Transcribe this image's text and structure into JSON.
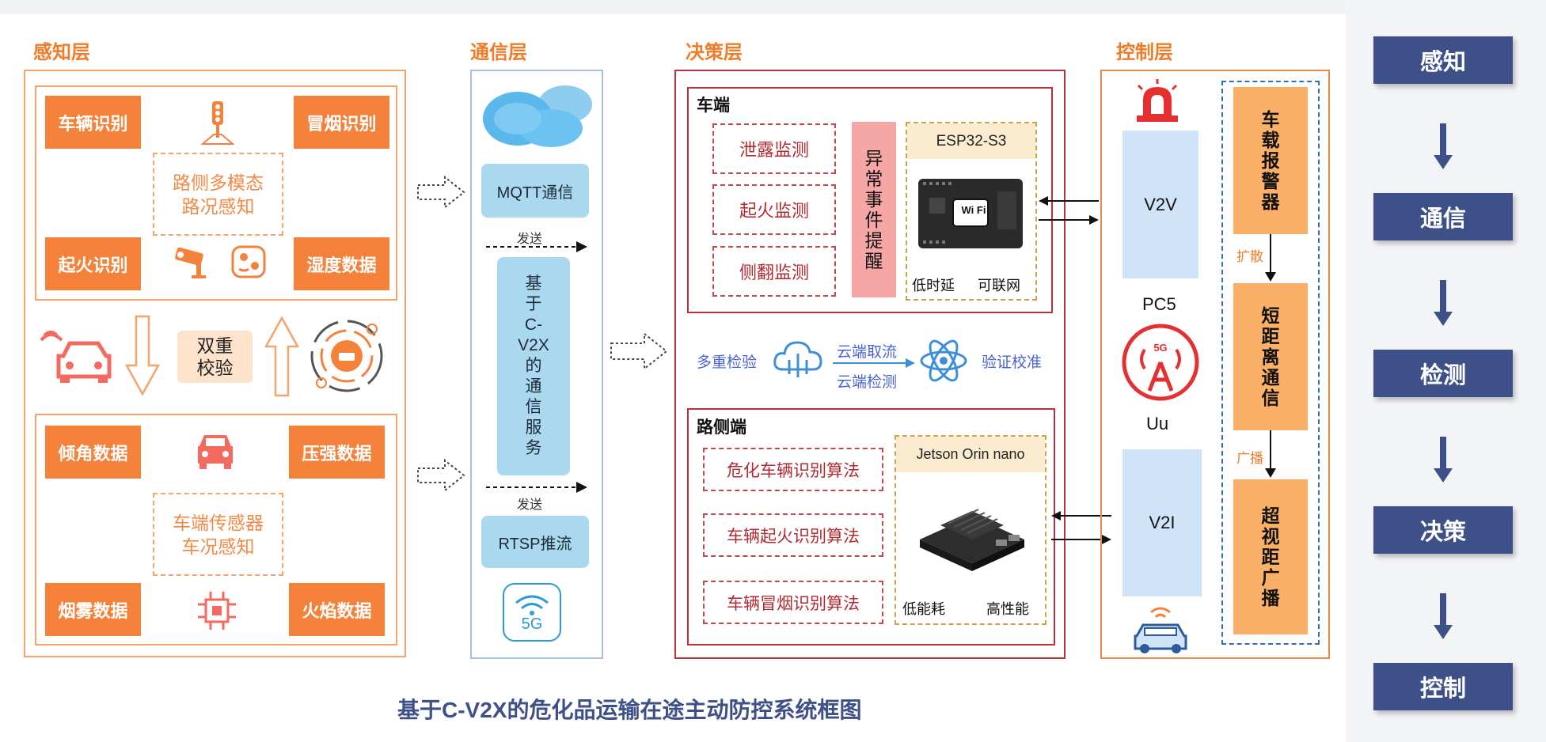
{
  "layers": {
    "perception": "感知层",
    "communication": "通信层",
    "decision": "决策层",
    "control": "控制层"
  },
  "perception": {
    "top": {
      "tiles": [
        "车辆识别",
        "冒烟识别",
        "起火识别",
        "湿度数据"
      ],
      "center": [
        "路侧多模态",
        "路况感知"
      ]
    },
    "middle": {
      "verify": [
        "双重",
        "校验"
      ]
    },
    "bottom": {
      "tiles": [
        "倾角数据",
        "压强数据",
        "烟雾数据",
        "火焰数据"
      ],
      "center": [
        "车端传感器",
        "车况感知"
      ]
    }
  },
  "communication": {
    "mqtt": "MQTT通信",
    "send_top": "发送",
    "service": [
      "基",
      "于",
      "C-",
      "V2X",
      "的",
      "通",
      "信",
      "服",
      "务"
    ],
    "send_bottom": "发送",
    "rtsp": "RTSP推流",
    "badge": "5G"
  },
  "decision": {
    "vehicle": {
      "title": "车端",
      "monitors": [
        "泄露监测",
        "起火监测",
        "侧翻监测"
      ],
      "alert": [
        "异",
        "常",
        "事",
        "件",
        "提",
        "醒"
      ],
      "device": "ESP32-S3",
      "wifi": "Wi Fi",
      "features": [
        "低时延",
        "可联网"
      ]
    },
    "cloud": {
      "left": "多重检验",
      "top": "云端取流",
      "bottom": "云端检测",
      "right": "验证校准"
    },
    "roadside": {
      "title": "路侧端",
      "algorithms": [
        "危化车辆识别算法",
        "车辆起火识别算法",
        "车辆冒烟识别算法"
      ],
      "device": "Jetson Orin nano",
      "features": [
        "低能耗",
        "高性能"
      ]
    }
  },
  "control": {
    "v2v": "V2V",
    "pc5": "PC5",
    "uu": "Uu",
    "v2i": "V2I",
    "antenna_badge": "5G",
    "tiles": [
      [
        "车",
        "载",
        "报",
        "警",
        "器"
      ],
      [
        "短",
        "距",
        "离",
        "通",
        "信"
      ],
      [
        "超",
        "视",
        "距",
        "广",
        "播"
      ]
    ],
    "arrow_labels": [
      "扩散",
      "广播"
    ]
  },
  "flow": [
    "感知",
    "通信",
    "检测",
    "决策",
    "控制"
  ],
  "caption": "基于C-V2X的危化品运输在途主动防控系统框图",
  "colors": {
    "orange": "#f5823a",
    "red": "#b8323a",
    "navy": "#3e5088",
    "light_blue": "#a9d8ef"
  }
}
